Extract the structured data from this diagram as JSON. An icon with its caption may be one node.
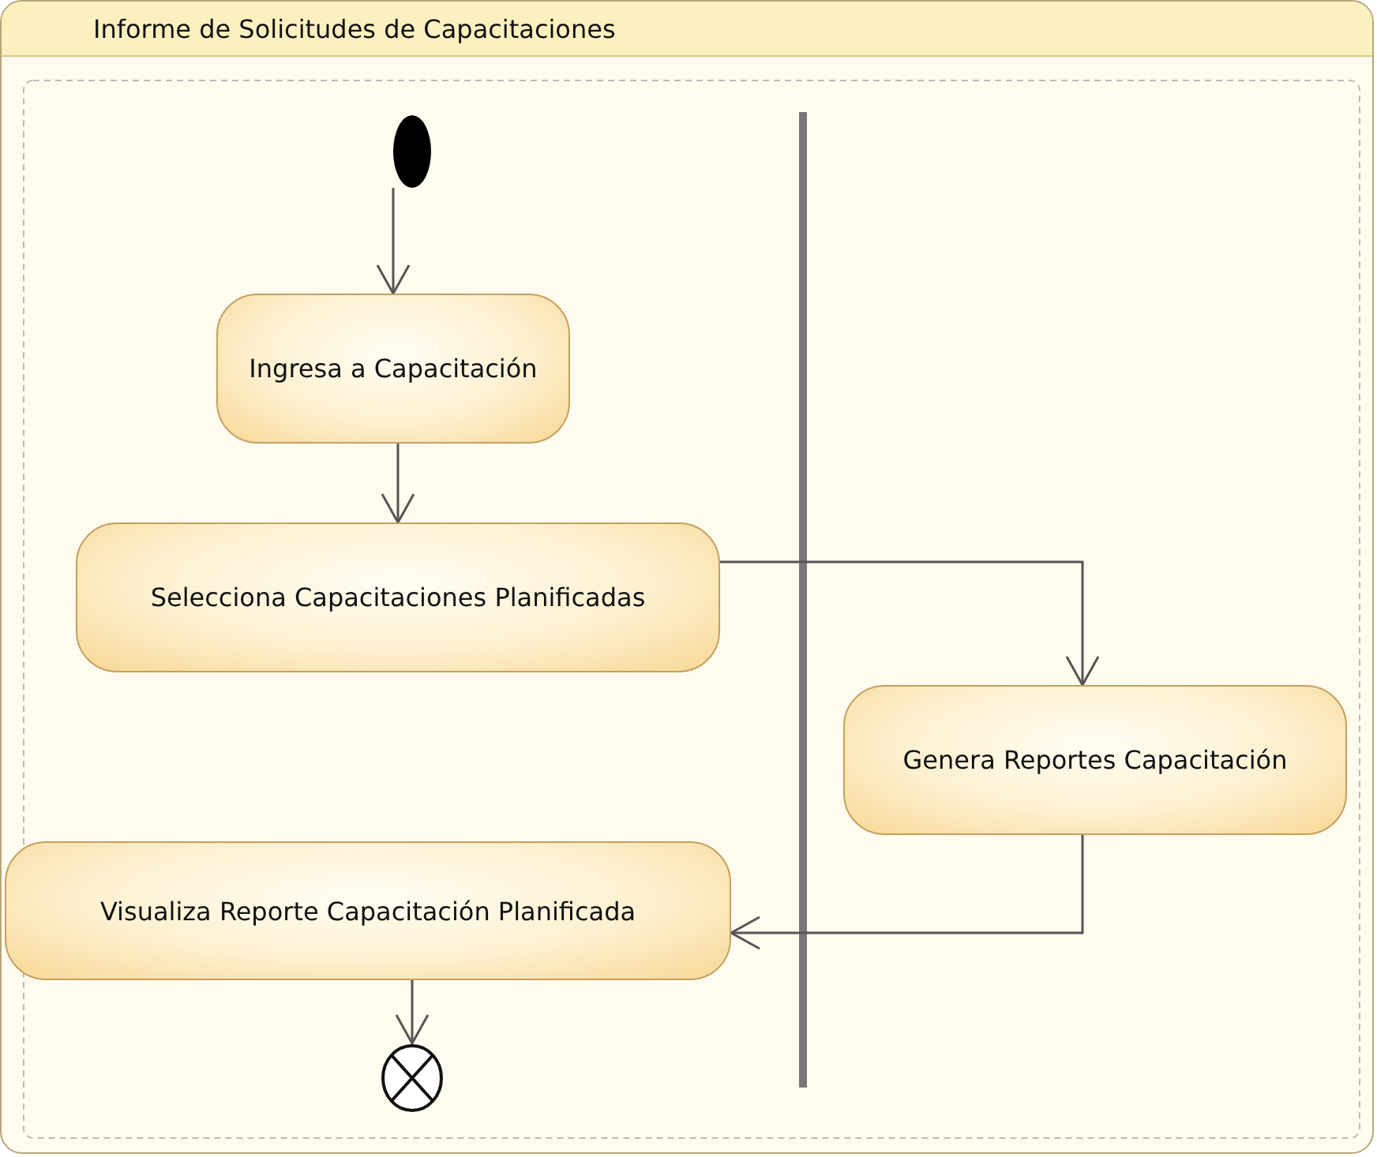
{
  "diagram": {
    "nodes": [
      {
        "text": [
          "Informe de Solicitudes de Capacitaciones"
        ]
      },
      {
        "text": [],
        "shape": "circle",
        "in": 0
      },
      {
        "text": [
          "Ingresa a Capacitación"
        ],
        "in": 0
      },
      {
        "text": [
          "Selecciona Capacitaciones Planificadas"
        ],
        "in": 0
      },
      {
        "text": [
          "Genera Reportes Capacitación"
        ],
        "in": 0
      },
      {
        "text": [
          "Visualiza Reporte Capacitación Planificada"
        ],
        "in": 0
      },
      {
        "text": [],
        "shape": "circle",
        "in": 0
      }
    ],
    "edges": [
      {
        "from": 1,
        "to": 2,
        "arrow": "to"
      },
      {
        "from": 2,
        "to": 3,
        "arrow": "to"
      },
      {
        "from": 3,
        "to": 4,
        "arrow": "to"
      },
      {
        "from": 4,
        "to": 5,
        "arrow": "to"
      },
      {
        "from": 5,
        "to": 6,
        "arrow": "to"
      }
    ]
  }
}
